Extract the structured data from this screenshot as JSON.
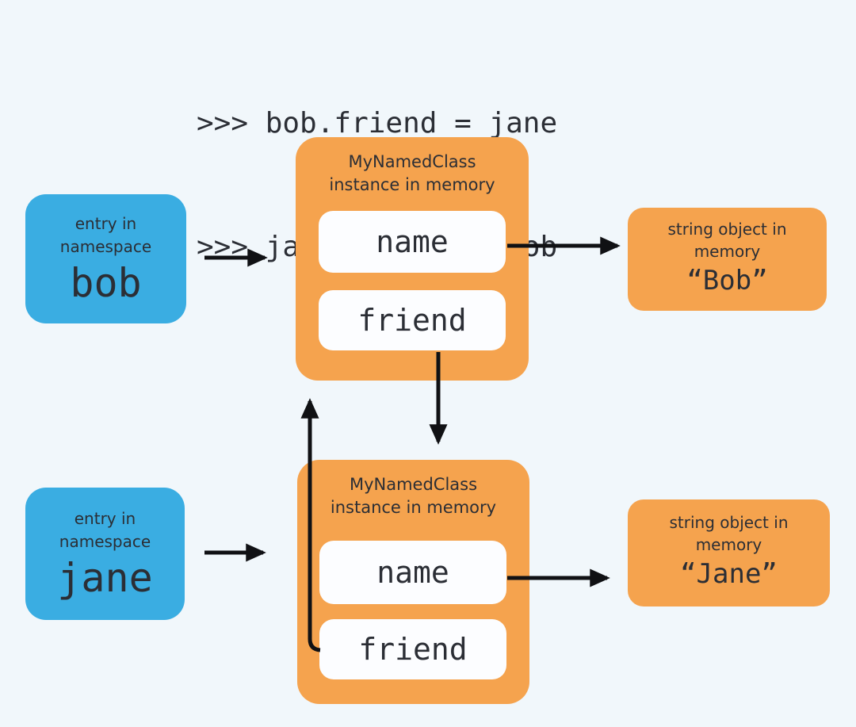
{
  "colors": {
    "background": "#f1f7fb",
    "namespace_box": "#3aade2",
    "object_box": "#f5a34e",
    "attribute_box": "#fcfdff",
    "text": "#2b2e35",
    "arrow": "#101114"
  },
  "code": {
    "line1": ">>> bob.friend = jane",
    "line2": ">>> jane.friend = bob"
  },
  "bob_entry": {
    "label_line1": "entry in",
    "label_line2": "namespace",
    "name": "bob"
  },
  "jane_entry": {
    "label_line1": "entry in",
    "label_line2": "namespace",
    "name": "jane"
  },
  "bob_instance": {
    "title_line1": "MyNamedClass",
    "title_line2": "instance in memory",
    "attr1": "name",
    "attr2": "friend"
  },
  "jane_instance": {
    "title_line1": "MyNamedClass",
    "title_line2": "instance in memory",
    "attr1": "name",
    "attr2": "friend"
  },
  "bob_string": {
    "label_line1": "string object in",
    "label_line2": "memory",
    "value": "“Bob”"
  },
  "jane_string": {
    "label_line1": "string object in",
    "label_line2": "memory",
    "value": "“Jane”"
  }
}
